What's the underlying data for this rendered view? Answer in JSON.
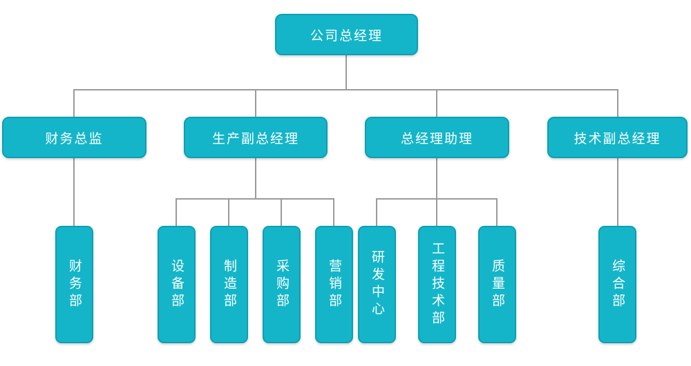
{
  "org": {
    "root": {
      "label": "公司总经理"
    },
    "managers": [
      {
        "label": "财务总监",
        "departments": [
          "财务部"
        ]
      },
      {
        "label": "生产副总经理",
        "departments": [
          "设备部",
          "制造部",
          "采购部",
          "营销部"
        ]
      },
      {
        "label": "总经理助理",
        "departments": [
          "研发中心",
          "工程技术部",
          "质量部"
        ]
      },
      {
        "label": "技术副总经理",
        "departments": [
          "综合部"
        ]
      }
    ],
    "colors": {
      "node_fill": "#14b5c9",
      "node_border": "#0d9fb3",
      "node_text": "#ffffff",
      "connector": "#9a9a9a",
      "background": "#ffffff"
    }
  }
}
